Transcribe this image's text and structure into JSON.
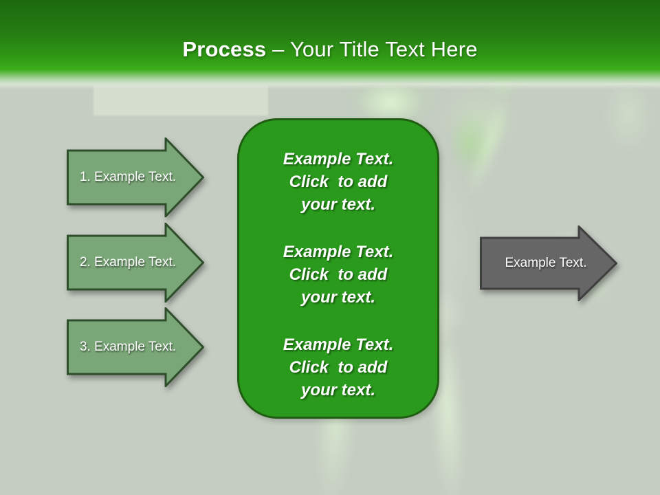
{
  "header": {
    "title_bold": "Process",
    "title_rest": " – Your Title Text Here"
  },
  "process_arrows": [
    {
      "label": "1. Example Text."
    },
    {
      "label": "2. Example Text."
    },
    {
      "label": "3. Example Text."
    }
  ],
  "center_box": {
    "paragraphs": [
      {
        "lines": [
          "Example Text.",
          "Click  to add",
          "your text."
        ]
      },
      {
        "lines": [
          "Example Text.",
          "Click  to add",
          "your text."
        ]
      },
      {
        "lines": [
          "Example Text.",
          "Click  to add",
          "your text."
        ]
      }
    ]
  },
  "result_arrow": {
    "label": "Example Text."
  },
  "colors": {
    "slide-bg": "#c5cdc2",
    "header-green-dark": "#1c6a0f",
    "header-green": "#2f9914",
    "header-green-bright": "#3dad1c",
    "box-green": "#2a9a1d",
    "box-border": "#1f5e12",
    "arrow-sage": "#7aa778",
    "arrow-sage-border": "#2e4d2b",
    "arrow-gray": "#666666",
    "arrow-gray-border": "#3f3f3f",
    "text-white": "#ffffff"
  }
}
